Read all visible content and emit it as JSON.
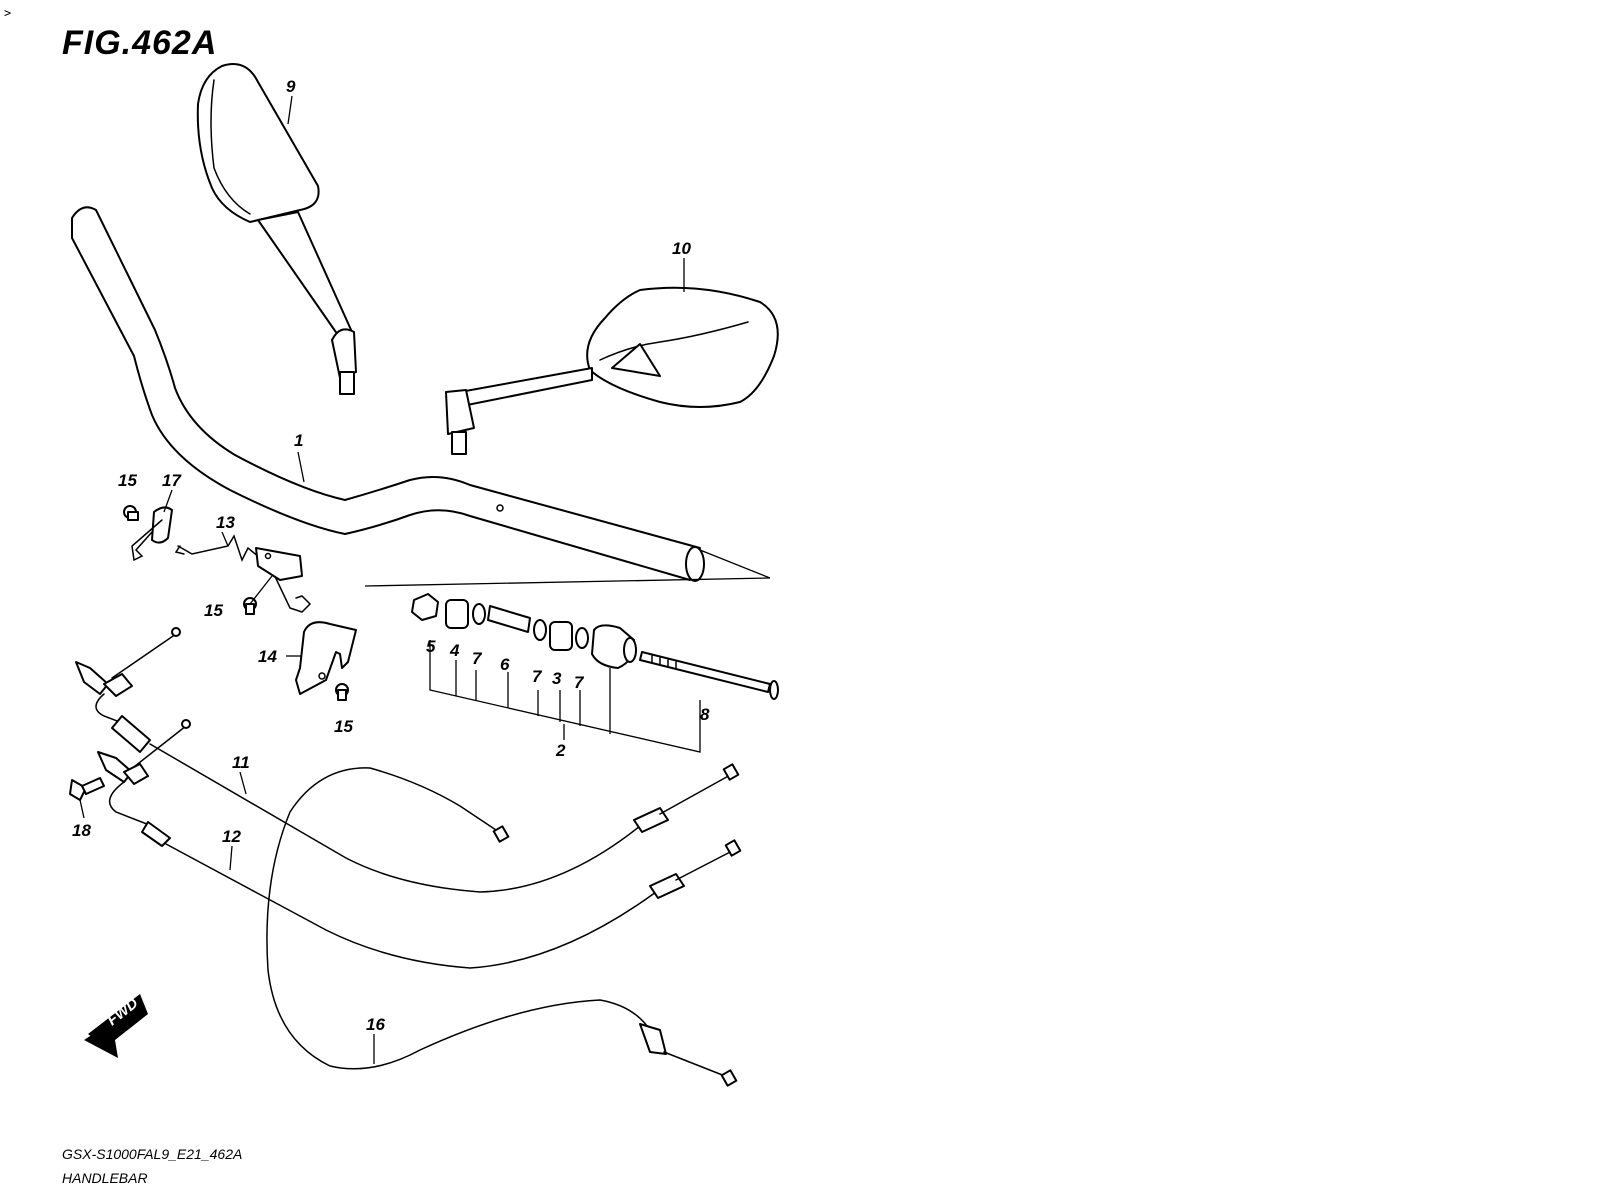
{
  "corner_mark": ">",
  "figure": {
    "title": "FIG.462A",
    "code": "GSX-S1000FAL9_E21_462A",
    "name": "HANDLEBAR"
  },
  "fwd_label": "FWD",
  "callouts": [
    {
      "id": "c1",
      "label": "1"
    },
    {
      "id": "c2",
      "label": "2"
    },
    {
      "id": "c3",
      "label": "3"
    },
    {
      "id": "c4",
      "label": "4"
    },
    {
      "id": "c5",
      "label": "5"
    },
    {
      "id": "c6",
      "label": "6"
    },
    {
      "id": "c7a",
      "label": "7"
    },
    {
      "id": "c7b",
      "label": "7"
    },
    {
      "id": "c7c",
      "label": "7"
    },
    {
      "id": "c8",
      "label": "8"
    },
    {
      "id": "c9",
      "label": "9"
    },
    {
      "id": "c10",
      "label": "10"
    },
    {
      "id": "c11",
      "label": "11"
    },
    {
      "id": "c12",
      "label": "12"
    },
    {
      "id": "c13",
      "label": "13"
    },
    {
      "id": "c14",
      "label": "14"
    },
    {
      "id": "c15a",
      "label": "15"
    },
    {
      "id": "c15b",
      "label": "15"
    },
    {
      "id": "c15c",
      "label": "15"
    },
    {
      "id": "c16",
      "label": "16"
    },
    {
      "id": "c17",
      "label": "17"
    },
    {
      "id": "c18",
      "label": "18"
    }
  ]
}
